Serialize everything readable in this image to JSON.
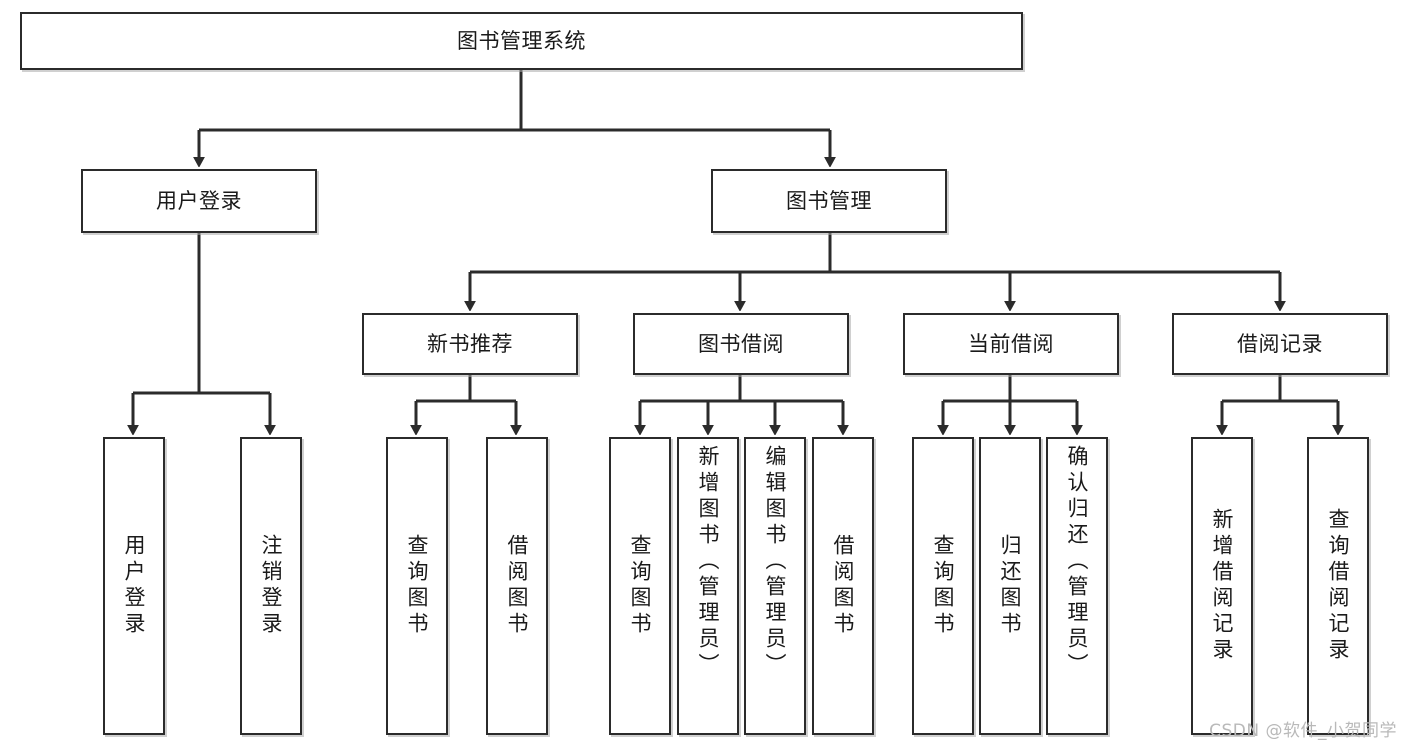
{
  "diagram": {
    "title": "图书管理系统",
    "type": "hierarchy-tree",
    "watermark": "CSDN @软件_小贺同学",
    "colors": {
      "box_border": "#2b2b2b",
      "box_fill": "#ffffff",
      "connector": "#2b2b2b",
      "text": "#1a1a1a",
      "watermark": "#b9b9b9",
      "background": "#ffffff"
    }
  },
  "nodes": {
    "root": {
      "label": "图书管理系统",
      "level": 1
    },
    "level2": [
      {
        "id": "user-login",
        "label": "用户登录"
      },
      {
        "id": "book-management",
        "label": "图书管理"
      }
    ],
    "level3": [
      {
        "id": "new-book-recommend",
        "label": "新书推荐"
      },
      {
        "id": "book-borrow",
        "label": "图书借阅"
      },
      {
        "id": "current-borrow",
        "label": "当前借阅"
      },
      {
        "id": "borrow-record",
        "label": "借阅记录"
      }
    ],
    "leaves": {
      "user-login": [
        {
          "id": "leaf-user-login",
          "label": "用户登录"
        },
        {
          "id": "leaf-user-logout",
          "label": "注销登录"
        }
      ],
      "new-book-recommend": [
        {
          "id": "leaf-query-book-1",
          "label": "查询图书"
        },
        {
          "id": "leaf-borrow-book-1",
          "label": "借阅图书"
        }
      ],
      "book-borrow": [
        {
          "id": "leaf-query-book-2",
          "label": "查询图书"
        },
        {
          "id": "leaf-add-book-admin",
          "label": "新增图书（管理员）"
        },
        {
          "id": "leaf-edit-book-admin",
          "label": "编辑图书（管理员）"
        },
        {
          "id": "leaf-borrow-book-2",
          "label": "借阅图书"
        }
      ],
      "current-borrow": [
        {
          "id": "leaf-query-book-3",
          "label": "查询图书"
        },
        {
          "id": "leaf-return-book",
          "label": "归还图书"
        },
        {
          "id": "leaf-confirm-return-admin",
          "label": "确认归还（管理员）"
        }
      ],
      "borrow-record": [
        {
          "id": "leaf-add-borrow-record",
          "label": "新增借阅记录"
        },
        {
          "id": "leaf-query-borrow-record",
          "label": "查询借阅记录"
        }
      ]
    }
  }
}
